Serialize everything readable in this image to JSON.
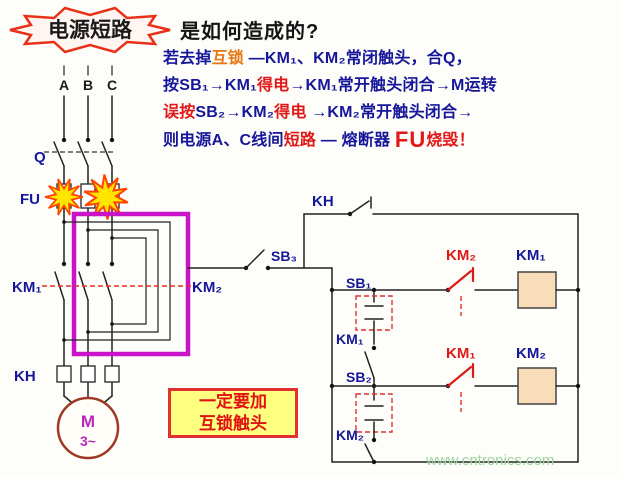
{
  "title": {
    "burst": "电源短路",
    "question": "是如何造成的?"
  },
  "explanation": {
    "l1_1": "若去掉",
    "l1_2": "互锁",
    "l1_3": " —KM₁、KM₂常闭触头，合Q，",
    "l2_1": "按SB₁→KM₁",
    "l2_2": "得电",
    "l2_3": "→KM₁常开触头闭合→M运转",
    "l3_1": "误按",
    "l3_2": "SB₂→KM₂",
    "l3_3": "得电",
    "l3_4": " →KM₂常开触头闭合→",
    "l4_1": "则电源A、C线间",
    "l4_2": "短路",
    "l4_3": " — 熔断器 ",
    "l4_4": "FU",
    "l4_5": "烧毁！"
  },
  "main_circuit": {
    "phase_a": "A",
    "phase_b": "B",
    "phase_c": "C",
    "q_label": "Q",
    "fu_label": "FU",
    "km1_label": "KM₁",
    "km2_label": "KM₂",
    "kh_label": "KH",
    "motor_letter": "M",
    "motor_phase": "3~"
  },
  "control_circuit": {
    "kh_label": "KH",
    "sb3_label": "SB₃",
    "sb1_label": "SB₁",
    "km1_aux_label": "KM₁",
    "km2_nc_label": "KM₂",
    "km1_coil_label": "KM₁",
    "sb2_label": "SB₂",
    "km2_aux_label": "KM₂",
    "km1_nc_label": "KM₁",
    "km2_coil_label": "KM₂"
  },
  "note": {
    "line1": "一定要加",
    "line2": "互锁触头"
  },
  "watermark": "www.cntronics.com",
  "colors": {
    "navy_text": "#16169a",
    "red_text": "#e01818",
    "orange_text": "#e87712",
    "purple_frame": "#c913c9",
    "motor_text": "#b52ab5",
    "note_bg": "#ffff80",
    "note_border": "#e03030",
    "spark_fill": "#ffe500",
    "spark_stroke": "#ff4400",
    "watermark_green": "#9fd49f"
  }
}
